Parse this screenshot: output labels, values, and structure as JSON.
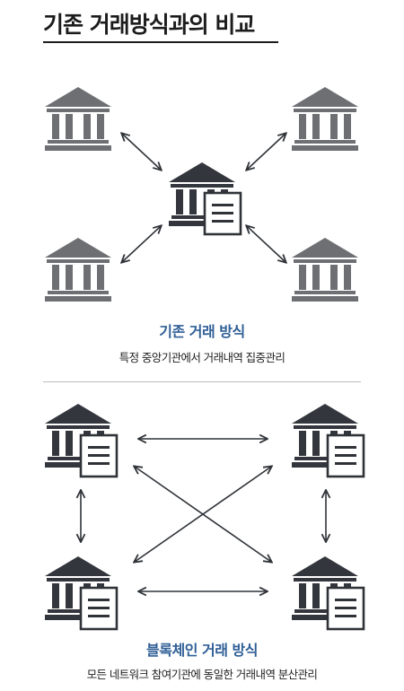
{
  "title": "기존 거래방식과의 비교",
  "colors": {
    "gray_bank": "#6d6f73",
    "dark_bank": "#33373d",
    "arrow": "#2f3338",
    "caption_blue": "#2f5f96",
    "doc_fill": "#ffffff"
  },
  "icons": [
    "bank-icon",
    "ledger-document-icon",
    "double-arrow-icon"
  ],
  "sections": {
    "traditional": {
      "label": "기존 거래 방식",
      "description": "특정 중앙기관에서 거래내역 집중관리"
    },
    "blockchain": {
      "label": "블록체인 거래 방식",
      "description": "모든 네트워크 참여기관에 동일한 거래내역 분산관리"
    }
  }
}
